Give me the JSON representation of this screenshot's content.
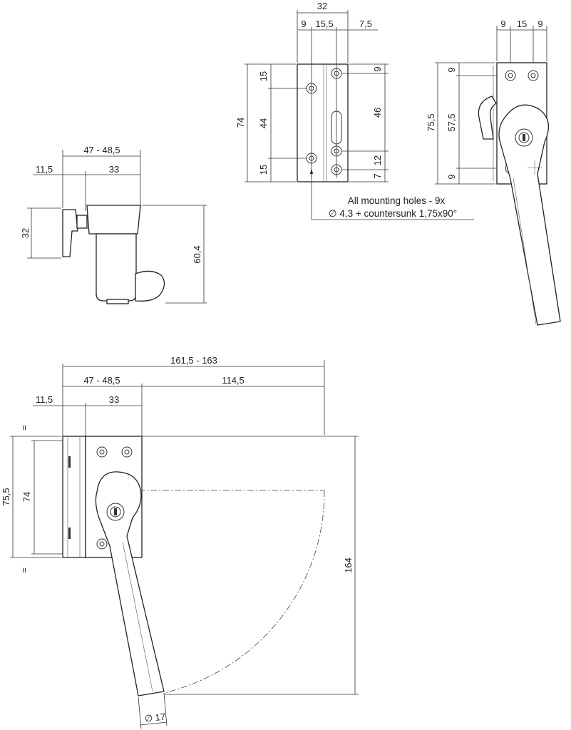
{
  "top_plate_view": {
    "width_total": "32",
    "hole_offset_left": "9",
    "hole_spacing": "15,5",
    "right_edge": "7,5",
    "height_total": "74",
    "top_margin": "15",
    "mid_span": "44",
    "bottom_margin": "15",
    "right_top": "9",
    "slot_span": "46",
    "right_lower_a": "12",
    "right_lower_b": "7"
  },
  "holes_note": {
    "line1": "All mounting holes - 9x",
    "line2": "∅ 4,3 + countersunk 1,75x90°"
  },
  "top_front_view": {
    "w_left": "9",
    "w_mid": "15",
    "w_right": "9",
    "height_total": "75,5",
    "hole_span": "57,5",
    "top": "9",
    "bottom": "9"
  },
  "side_view": {
    "depth_range": "47 - 48,5",
    "left_offset": "11,5",
    "body_depth": "33",
    "handle_height": "32",
    "total_height": "60,4"
  },
  "bottom_view": {
    "total_range": "161,5 - 163",
    "depth_range": "47 - 48,5",
    "swing_radius": "114,5",
    "left_offset": "11,5",
    "body_depth": "33",
    "equal_top": "=",
    "equal_bottom": "=",
    "outer_height": "75,5",
    "inner_height": "74",
    "swing_height": "164",
    "handle_diameter": "∅ 17"
  }
}
